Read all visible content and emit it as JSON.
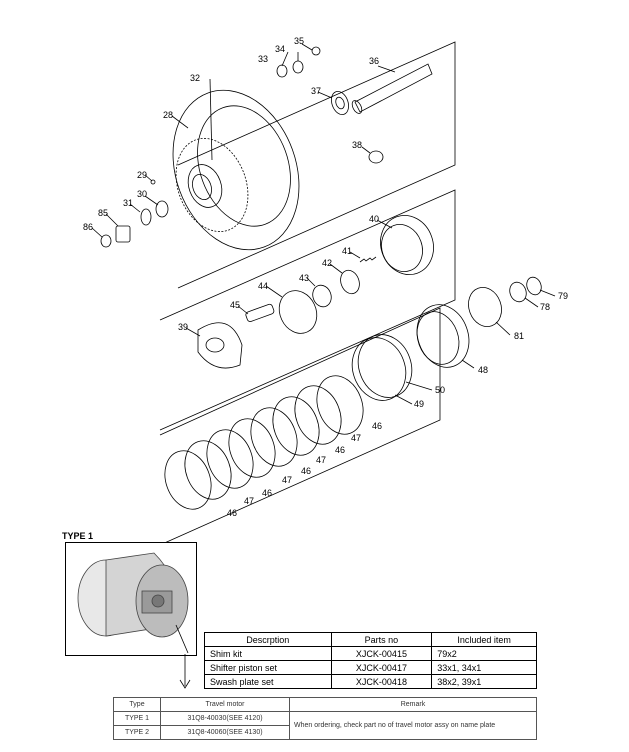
{
  "callouts": [
    {
      "id": "c35",
      "text": "35"
    },
    {
      "id": "c34",
      "text": "34"
    },
    {
      "id": "c33",
      "text": "33"
    },
    {
      "id": "c36",
      "text": "36"
    },
    {
      "id": "c32",
      "text": "32"
    },
    {
      "id": "c37",
      "text": "37"
    },
    {
      "id": "c28",
      "text": "28"
    },
    {
      "id": "c38",
      "text": "38"
    },
    {
      "id": "c29",
      "text": "29"
    },
    {
      "id": "c30",
      "text": "30"
    },
    {
      "id": "c31",
      "text": "31"
    },
    {
      "id": "c85",
      "text": "85"
    },
    {
      "id": "c86",
      "text": "86"
    },
    {
      "id": "c40",
      "text": "40"
    },
    {
      "id": "c41",
      "text": "41"
    },
    {
      "id": "c42",
      "text": "42"
    },
    {
      "id": "c43",
      "text": "43"
    },
    {
      "id": "c44",
      "text": "44"
    },
    {
      "id": "c45",
      "text": "45"
    },
    {
      "id": "c39",
      "text": "39"
    },
    {
      "id": "c79",
      "text": "79"
    },
    {
      "id": "c78",
      "text": "78"
    },
    {
      "id": "c81",
      "text": "81"
    },
    {
      "id": "c48",
      "text": "48"
    },
    {
      "id": "c50",
      "text": "50"
    },
    {
      "id": "c49",
      "text": "49"
    },
    {
      "id": "c46a",
      "text": "46"
    },
    {
      "id": "c47a",
      "text": "47"
    },
    {
      "id": "c46b",
      "text": "46"
    },
    {
      "id": "c47b",
      "text": "47"
    },
    {
      "id": "c46c",
      "text": "46"
    },
    {
      "id": "c47c",
      "text": "47"
    },
    {
      "id": "c46d",
      "text": "46"
    },
    {
      "id": "c47d",
      "text": "47"
    },
    {
      "id": "c46e",
      "text": "46"
    }
  ],
  "type_label": "TYPE 1",
  "kit_table": {
    "headers": [
      "Descrption",
      "Parts no",
      "Included item"
    ],
    "rows": [
      [
        "Shim kit",
        "XJCK-00415",
        "79x2"
      ],
      [
        "Shifter piston set",
        "XJCK-00417",
        "33x1, 34x1"
      ],
      [
        "Swash plate set",
        "XJCK-00418",
        "38x2, 39x1"
      ]
    ]
  },
  "type_table": {
    "headers": [
      "Type",
      "Travel motor",
      "Remark"
    ],
    "rows": [
      [
        "TYPE 1",
        "31Q8-40030(SEE 4120)"
      ],
      [
        "TYPE 2",
        "31Q8-40060(SEE 4130)"
      ]
    ],
    "remark": "When ordering, check part no of travel motor assy on name plate"
  }
}
